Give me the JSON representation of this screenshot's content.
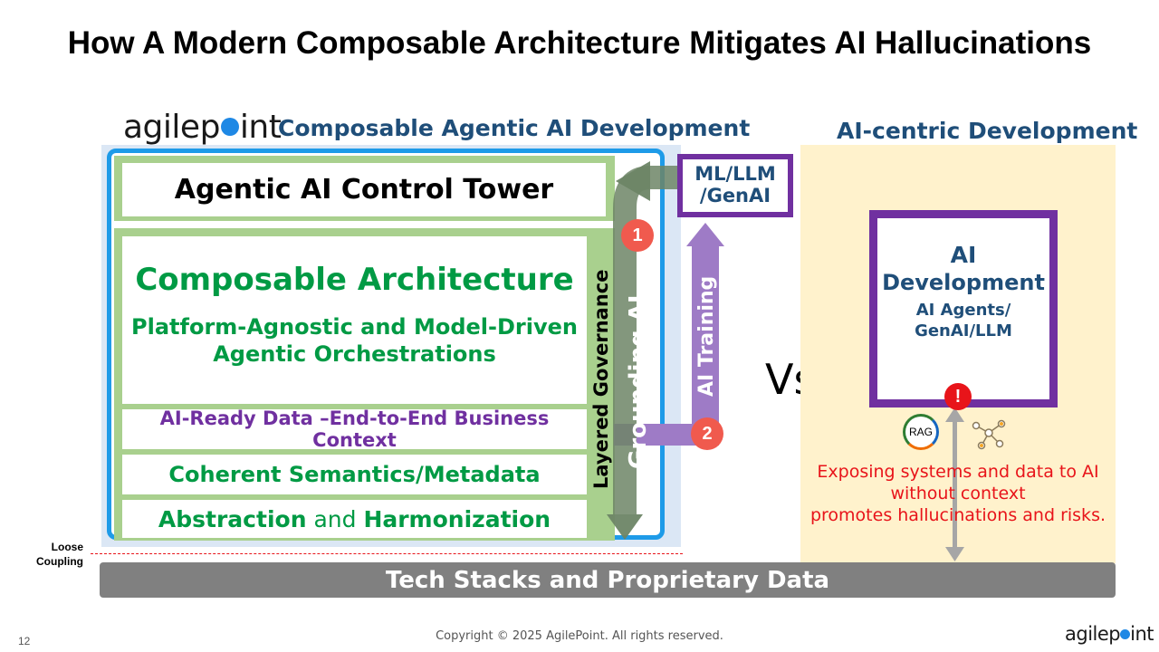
{
  "title": "How A Modern Composable Architecture Mitigates AI Hallucinations",
  "left_panel": {
    "logo_prefix": "agilep",
    "logo_suffix": "int",
    "heading": "Composable Agentic AI Development",
    "control_tower": "Agentic AI Control Tower",
    "composable_title": "Composable Architecture",
    "composable_subtitle_1": "Platform-Agnostic and Model-Driven",
    "composable_subtitle_2": "Agentic Orchestrations",
    "ai_ready_data": "AI-Ready Data –End-to-End Business Context",
    "semantics": "Coherent Semantics/Metadata",
    "abstraction_a": "Abstraction",
    "abstraction_and": " and ",
    "abstraction_b": "Harmonization",
    "layered_governance": "Layered Governance",
    "grounding_ai": "Grounding AI",
    "ai_training": "AI Training",
    "ml_box_line1": "ML/LLM",
    "ml_box_line2": "/GenAI",
    "badge_1": "1",
    "badge_2": "2"
  },
  "loose_coupling": [
    "Loose",
    "Coupling"
  ],
  "vs_label": "Vs.",
  "right_panel": {
    "heading": "AI-centric Development",
    "box_line1": "AI",
    "box_line2": "Development",
    "box_line3": "AI Agents/",
    "box_line4": "GenAI/LLM",
    "warning_symbol": "!",
    "rag_label": "RAG",
    "warning_text_1": "Exposing systems and data to AI",
    "warning_text_2": "without context",
    "warning_text_3": "promotes hallucinations and risks."
  },
  "bottom_bar": "Tech Stacks and Proprietary Data",
  "footer": {
    "page_number": "12",
    "copyright": "Copyright © 2025 AgilePoint. All rights reserved.",
    "logo_prefix": "agilep",
    "logo_suffix": "int"
  },
  "colors": {
    "green_bar": "#a9d08e",
    "green_text": "#009a44",
    "purple": "#7030a0",
    "blue_frame": "#1e9be8",
    "badge": "#f05a4e",
    "warning_red": "#e8141a",
    "right_bg": "#fff2cc",
    "tech_bar": "#808080"
  }
}
